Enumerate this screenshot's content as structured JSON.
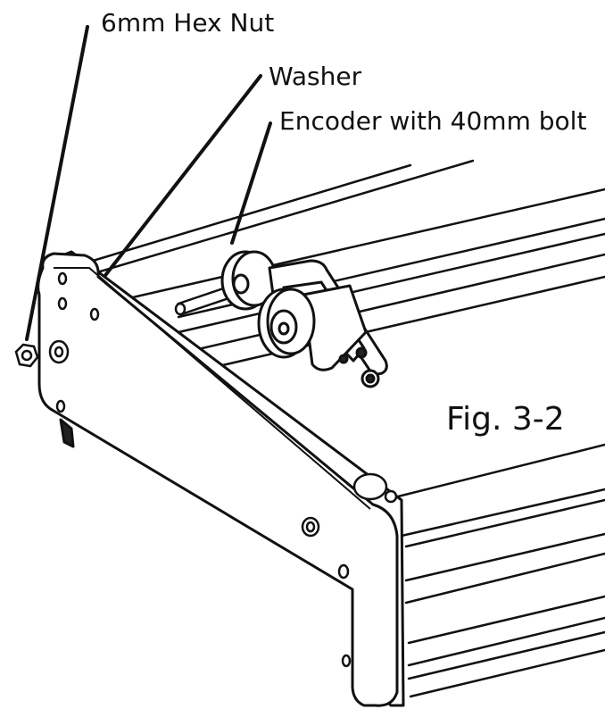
{
  "labels": {
    "hex_nut": "6mm Hex Nut",
    "washer": "Washer",
    "encoder": "Encoder with 40mm bolt"
  },
  "figure": {
    "caption": "Fig. 3-2"
  }
}
